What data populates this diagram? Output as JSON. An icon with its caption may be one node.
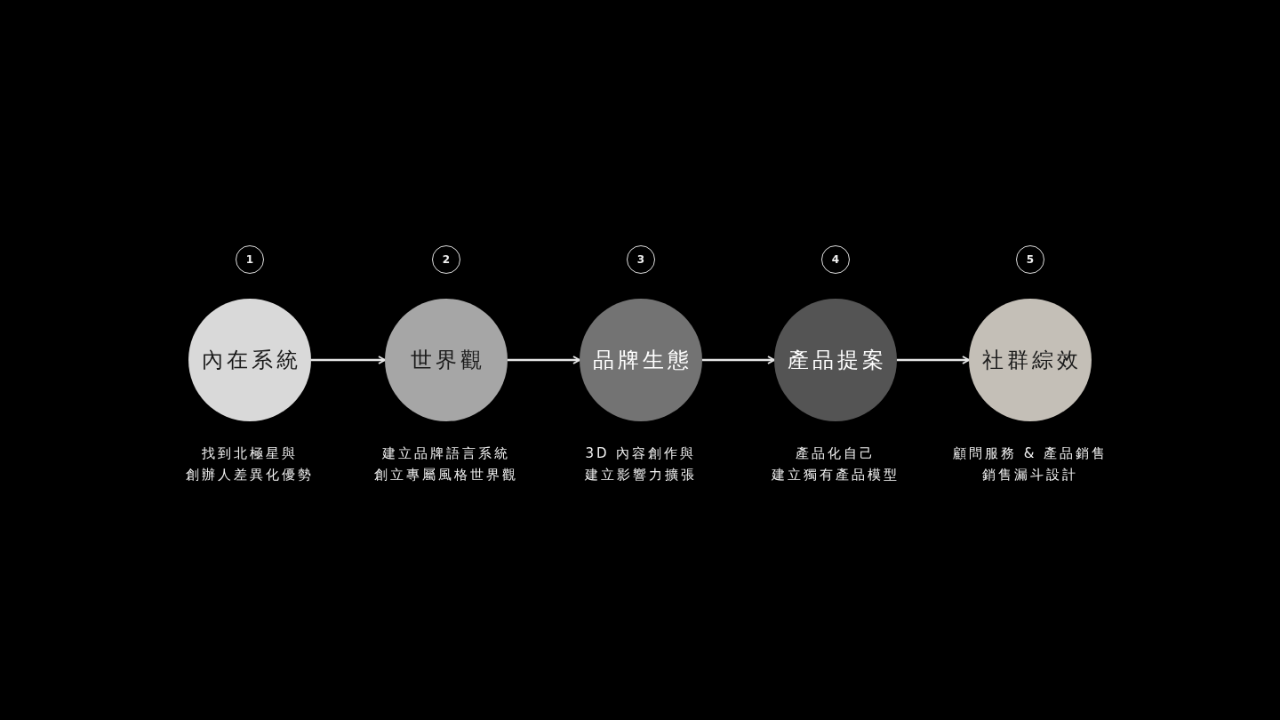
{
  "diagram": {
    "nodes": [
      {
        "text": [
          "1"
        ]
      },
      {
        "text": [
          "2"
        ]
      },
      {
        "text": [
          "3"
        ]
      },
      {
        "text": [
          "4"
        ]
      },
      {
        "text": [
          "5"
        ]
      },
      {
        "text": [
          "內在系統"
        ],
        "beside": [
          "找到北極星與",
          "創辦人差異化優勢"
        ]
      },
      {
        "text": [
          "世界觀"
        ],
        "beside": [
          "建立品牌語言系統",
          "創立專屬風格世界觀"
        ]
      },
      {
        "text": [
          "品牌生態"
        ],
        "beside": [
          "3D 內容創作與",
          "建立影響力擴張"
        ]
      },
      {
        "text": [
          "產品提案"
        ],
        "beside": [
          "產品化自己",
          "建立獨有產品模型"
        ]
      },
      {
        "text": [
          "社群綜效"
        ],
        "beside": [
          "顧問服務 & 產品銷售",
          "銷售漏斗設計"
        ]
      }
    ],
    "edges": [
      {
        "from": 5,
        "to": 6,
        "arrow": "to"
      },
      {
        "from": 6,
        "to": 7,
        "arrow": "to"
      },
      {
        "from": 7,
        "to": 8,
        "arrow": "to"
      },
      {
        "from": 8,
        "to": 9,
        "arrow": "to"
      }
    ]
  }
}
